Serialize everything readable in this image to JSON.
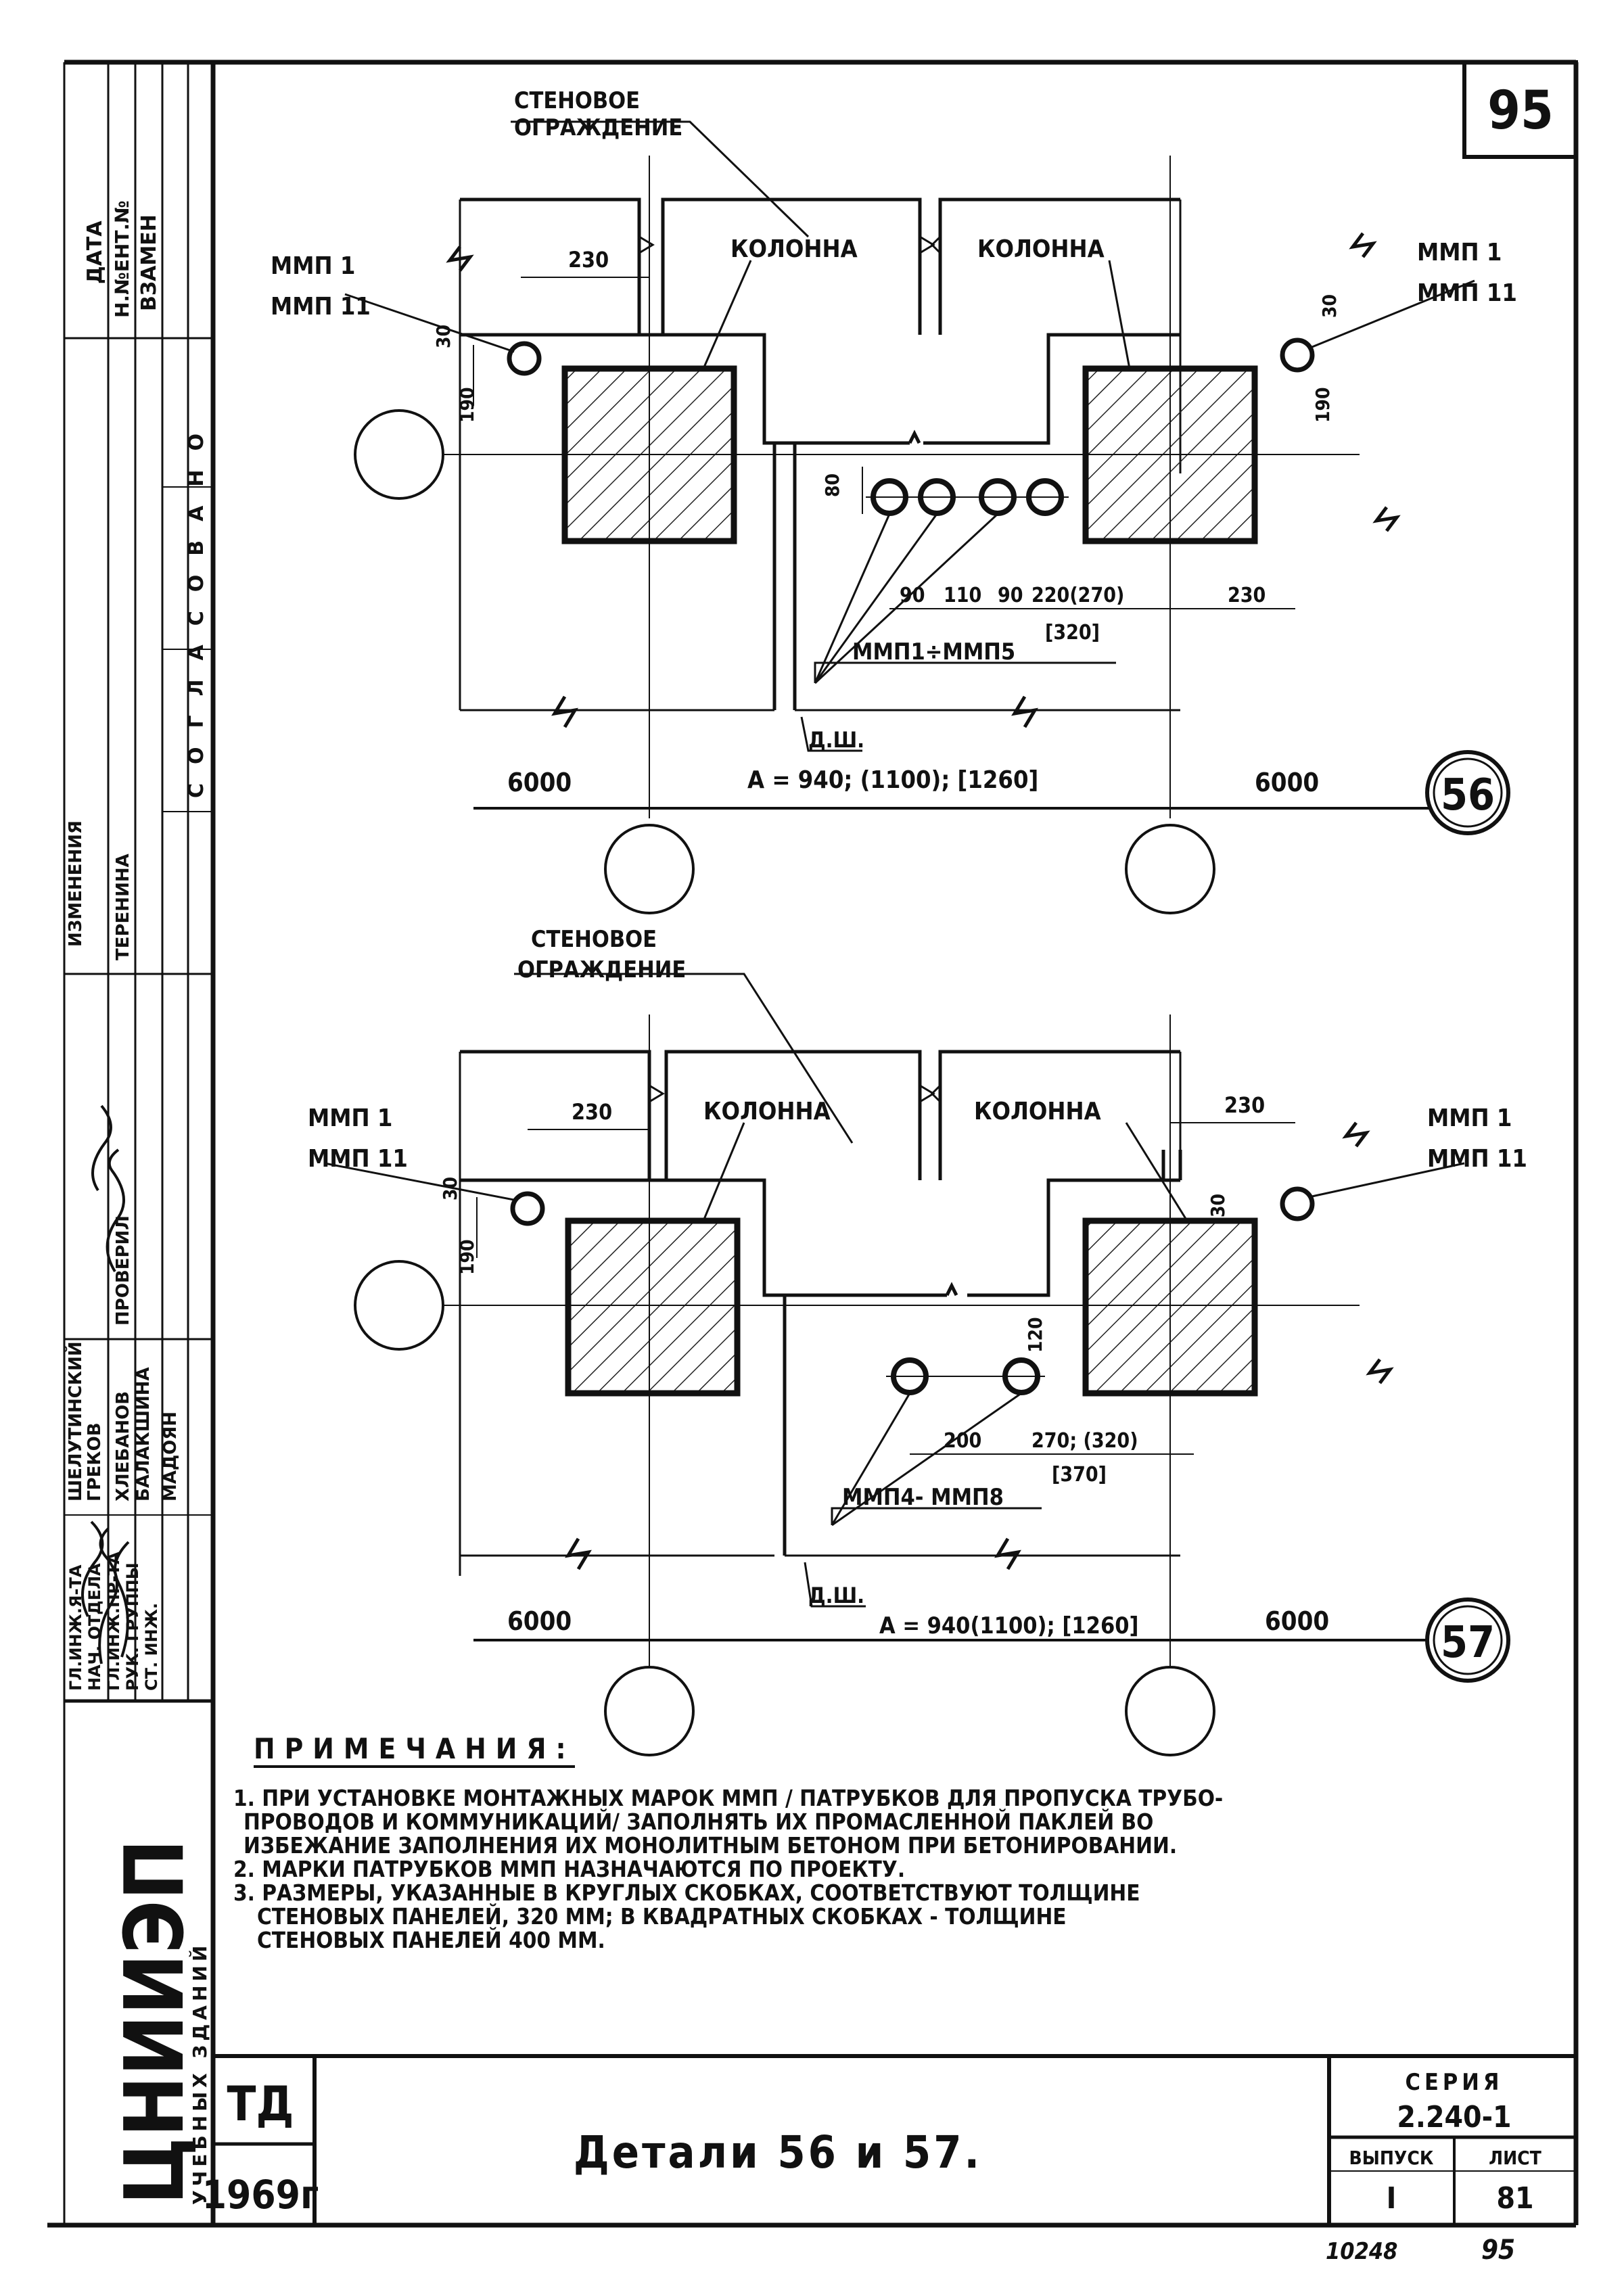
{
  "sheet": {
    "sheet_number_box": "95",
    "stamp_left_upper": "10248",
    "stamp_right_lower": "95"
  },
  "sidebar": {
    "top_headers": [
      "ДАТА",
      "Н.№ЕНТ.№",
      "ВЗАМЕН"
    ],
    "approval_title": "СОГЛАСОВАНО",
    "column_a": [
      "ГЛ.ИНЖ.Я-ТА",
      "НАЧ. ОТДЕЛА",
      "ГЛ.ИНЖ.ПР-ТА",
      "РУК. ГРУППЫ",
      "СТ. ИНЖ."
    ],
    "column_b": [
      "ШЕЛУТИНСКИЙ",
      "ГРЕКОВ",
      "ХЛЕБАНОВ",
      "БАЛАКШИНА",
      "МАДОЯН"
    ],
    "column_c": [
      "ИЗМЕНЕНИЯ",
      "ПРОВЕРИЛ",
      "ТЕРЕНИНА"
    ],
    "institute": "ЦНИИЭП",
    "institute_sub": "УЧЕБНЫХ ЗДАНИЙ"
  },
  "detail56": {
    "wall_label_1": "СТЕНОВОЕ",
    "wall_label_2": "ОГРАЖДЕНИЕ",
    "column_left": "КОЛОННА",
    "column_right": "КОЛОННА",
    "left_mark_1": "ММП 1",
    "left_mark_2": "ММП 11",
    "right_mark_1": "ММП 1",
    "right_mark_2": "ММП 11",
    "dim_230_left": "230",
    "dim_30_left": "30",
    "dim_190_left": "190",
    "dim_30_right": "30",
    "dim_190_right": "190",
    "dim_80": "80",
    "dim_series": [
      "90",
      "110",
      "90",
      "220(270)",
      "230"
    ],
    "dim_bracket": "[320]",
    "pipe_marks": "ММП1÷ММП5",
    "dw": "Д.Ш.",
    "formula": "А = 940; (1100); [1260]",
    "span_left": "6000",
    "span_right": "6000",
    "detail_number": "56"
  },
  "detail57": {
    "wall_label_1": "СТЕНОВОЕ",
    "wall_label_2": "ОГРАЖДЕНИЕ",
    "column_left": "КОЛОННА",
    "column_right": "КОЛОННА",
    "left_mark_1": "ММП 1",
    "left_mark_2": "ММП 11",
    "right_mark_1": "ММП 1",
    "right_mark_2": "ММП 11",
    "dim_230_left": "230",
    "dim_230_right": "230",
    "dim_30_left": "30",
    "dim_190_left": "190",
    "dim_30_right": "30",
    "dim_120": "120",
    "dim_200": "200",
    "dim_270": "270; (320)",
    "dim_bracket": "[370]",
    "pipe_marks": "ММП4- ММП8",
    "dw": "Д.Ш.",
    "formula": "А = 940(1100); [1260]",
    "span_left": "6000",
    "span_right": "6000",
    "detail_number": "57"
  },
  "notes": {
    "title": "ПРИМЕЧАНИЯ:",
    "lines": [
      "1. ПРИ УСТАНОВКЕ  МОНТАЖНЫХ  МАРОК  ММП / ПАТРУБКОВ  ДЛЯ  ПРОПУСКА  ТРУБО-",
      "ПРОВОДОВ И КОММУНИКАЦИЙ/ ЗАПОЛНЯТЬ  ИХ  ПРОМАСЛЕННОЙ  ПАКЛЕЙ  ВО",
      "ИЗБЕЖАНИЕ  ЗАПОЛНЕНИЯ  ИХ  МОНОЛИТНЫМ  БЕТОНОМ  ПРИ  БЕТОНИРОВАНИИ.",
      "2. МАРКИ  ПАТРУБКОВ  ММП  НАЗНАЧАЮТСЯ  ПО  ПРОЕКТУ.",
      "3. РАЗМЕРЫ, УКАЗАННЫЕ  В  КРУГЛЫХ  СКОБКАХ, СООТВЕТСТВУЮТ  ТОЛЩИНЕ",
      "СТЕНОВЫХ  ПАНЕЛЕЙ, 320 ММ;  В  КВАДРАТНЫХ  СКОБКАХ - ТОЛЩИНЕ",
      "СТЕНОВЫХ  ПАНЕЛЕЙ  400 ММ."
    ]
  },
  "title_block": {
    "code": "ТД",
    "year": "1969г",
    "title": "Детали  56  и  57.",
    "series_label": "СЕРИЯ",
    "series_value": "2.240-1",
    "issue_label": "ВЫПУСК",
    "issue_value": "I",
    "sheet_label": "ЛИСТ",
    "sheet_value": "81"
  }
}
